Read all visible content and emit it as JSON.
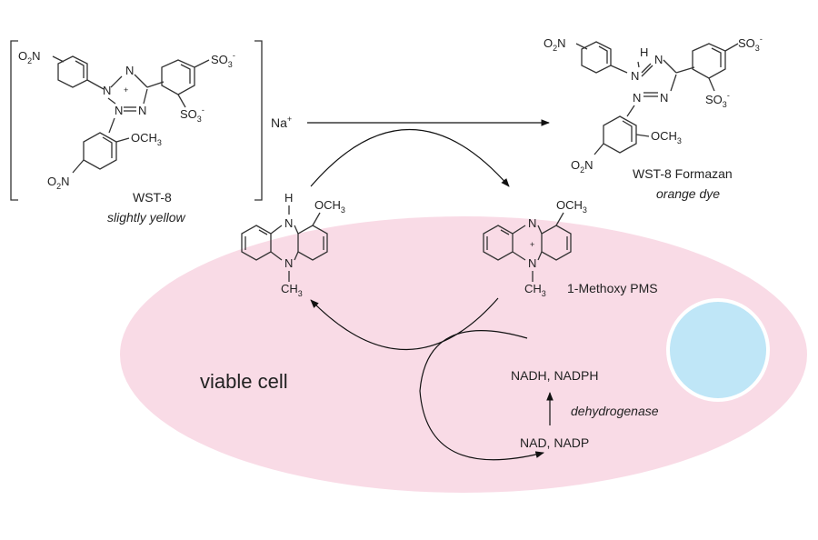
{
  "colors": {
    "cell": "#f9dbe6",
    "nucleus": "#bfe6f7",
    "cell_label": "#ee88aa",
    "ink": "#222222"
  },
  "labels": {
    "wst8": "WST-8",
    "wst8_desc": "slightly yellow",
    "formazan": "WST-8 Formazan",
    "formazan_desc": "orange dye",
    "na": "Na",
    "na_sup": "+",
    "pms": "1-Methoxy PMS",
    "viable_cell": "viable cell",
    "nadh": "NADH, NADPH",
    "nad": "NAD, NADP",
    "enzyme": "dehydrogenase"
  },
  "atoms": {
    "o": "O",
    "two": "2",
    "n": "N",
    "h": "H",
    "plus": "+",
    "so3": "SO",
    "three": "3",
    "minus": "-",
    "och3": "OCH",
    "ch3": "CH"
  }
}
